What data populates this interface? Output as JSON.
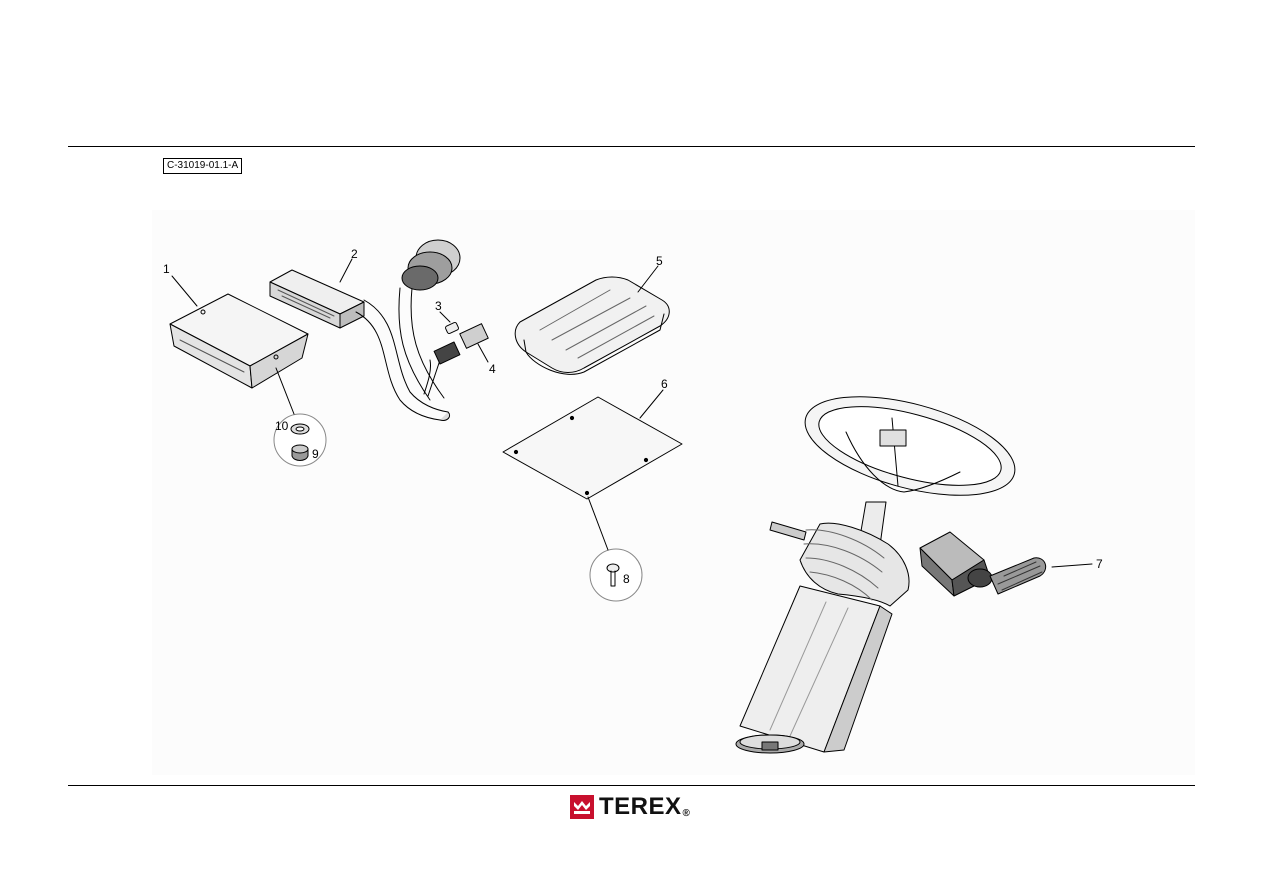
{
  "drawing": {
    "id": "C-31019-01.1-A"
  },
  "callouts": [
    "1",
    "2",
    "3",
    "4",
    "5",
    "6",
    "7",
    "8",
    "9",
    "10"
  ],
  "logo": {
    "brand": "TEREX",
    "registered": "®",
    "color": "#c8102e"
  }
}
